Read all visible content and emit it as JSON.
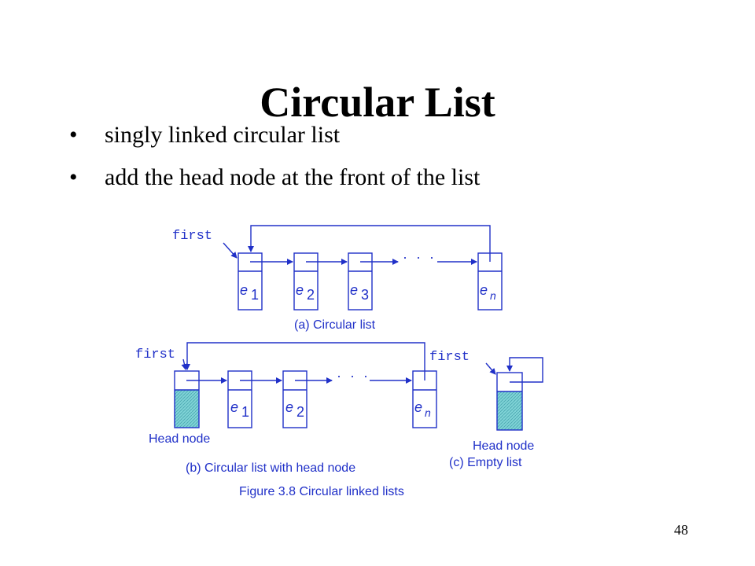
{
  "slide": {
    "title": "Circular List",
    "bullets": [
      {
        "marker": "•",
        "text": "singly linked circular list"
      },
      {
        "marker": "•",
        "text": "add the head node at the front of the list"
      }
    ],
    "page_number": "48"
  },
  "figure": {
    "pointer_label": "first",
    "ellipsis": "· · ·",
    "node_letter": "e",
    "panel_a": {
      "caption": "(a) Circular list",
      "nodes": [
        {
          "letter": "e",
          "sub": "1"
        },
        {
          "letter": "e",
          "sub": "2"
        },
        {
          "letter": "e",
          "sub": "3"
        },
        {
          "letter": "e",
          "sub": "n"
        }
      ]
    },
    "panel_b": {
      "caption": "(b) Circular list with head node",
      "head_label": "Head node",
      "nodes": [
        {
          "letter": "e",
          "sub": "1"
        },
        {
          "letter": "e",
          "sub": "2"
        },
        {
          "letter": "e",
          "sub": "n"
        }
      ]
    },
    "panel_c": {
      "caption": "(c) Empty list",
      "head_label": "Head node"
    },
    "figure_caption": "Figure 3.8 Circular linked lists",
    "head_fill_color": "#7fd3d6"
  }
}
